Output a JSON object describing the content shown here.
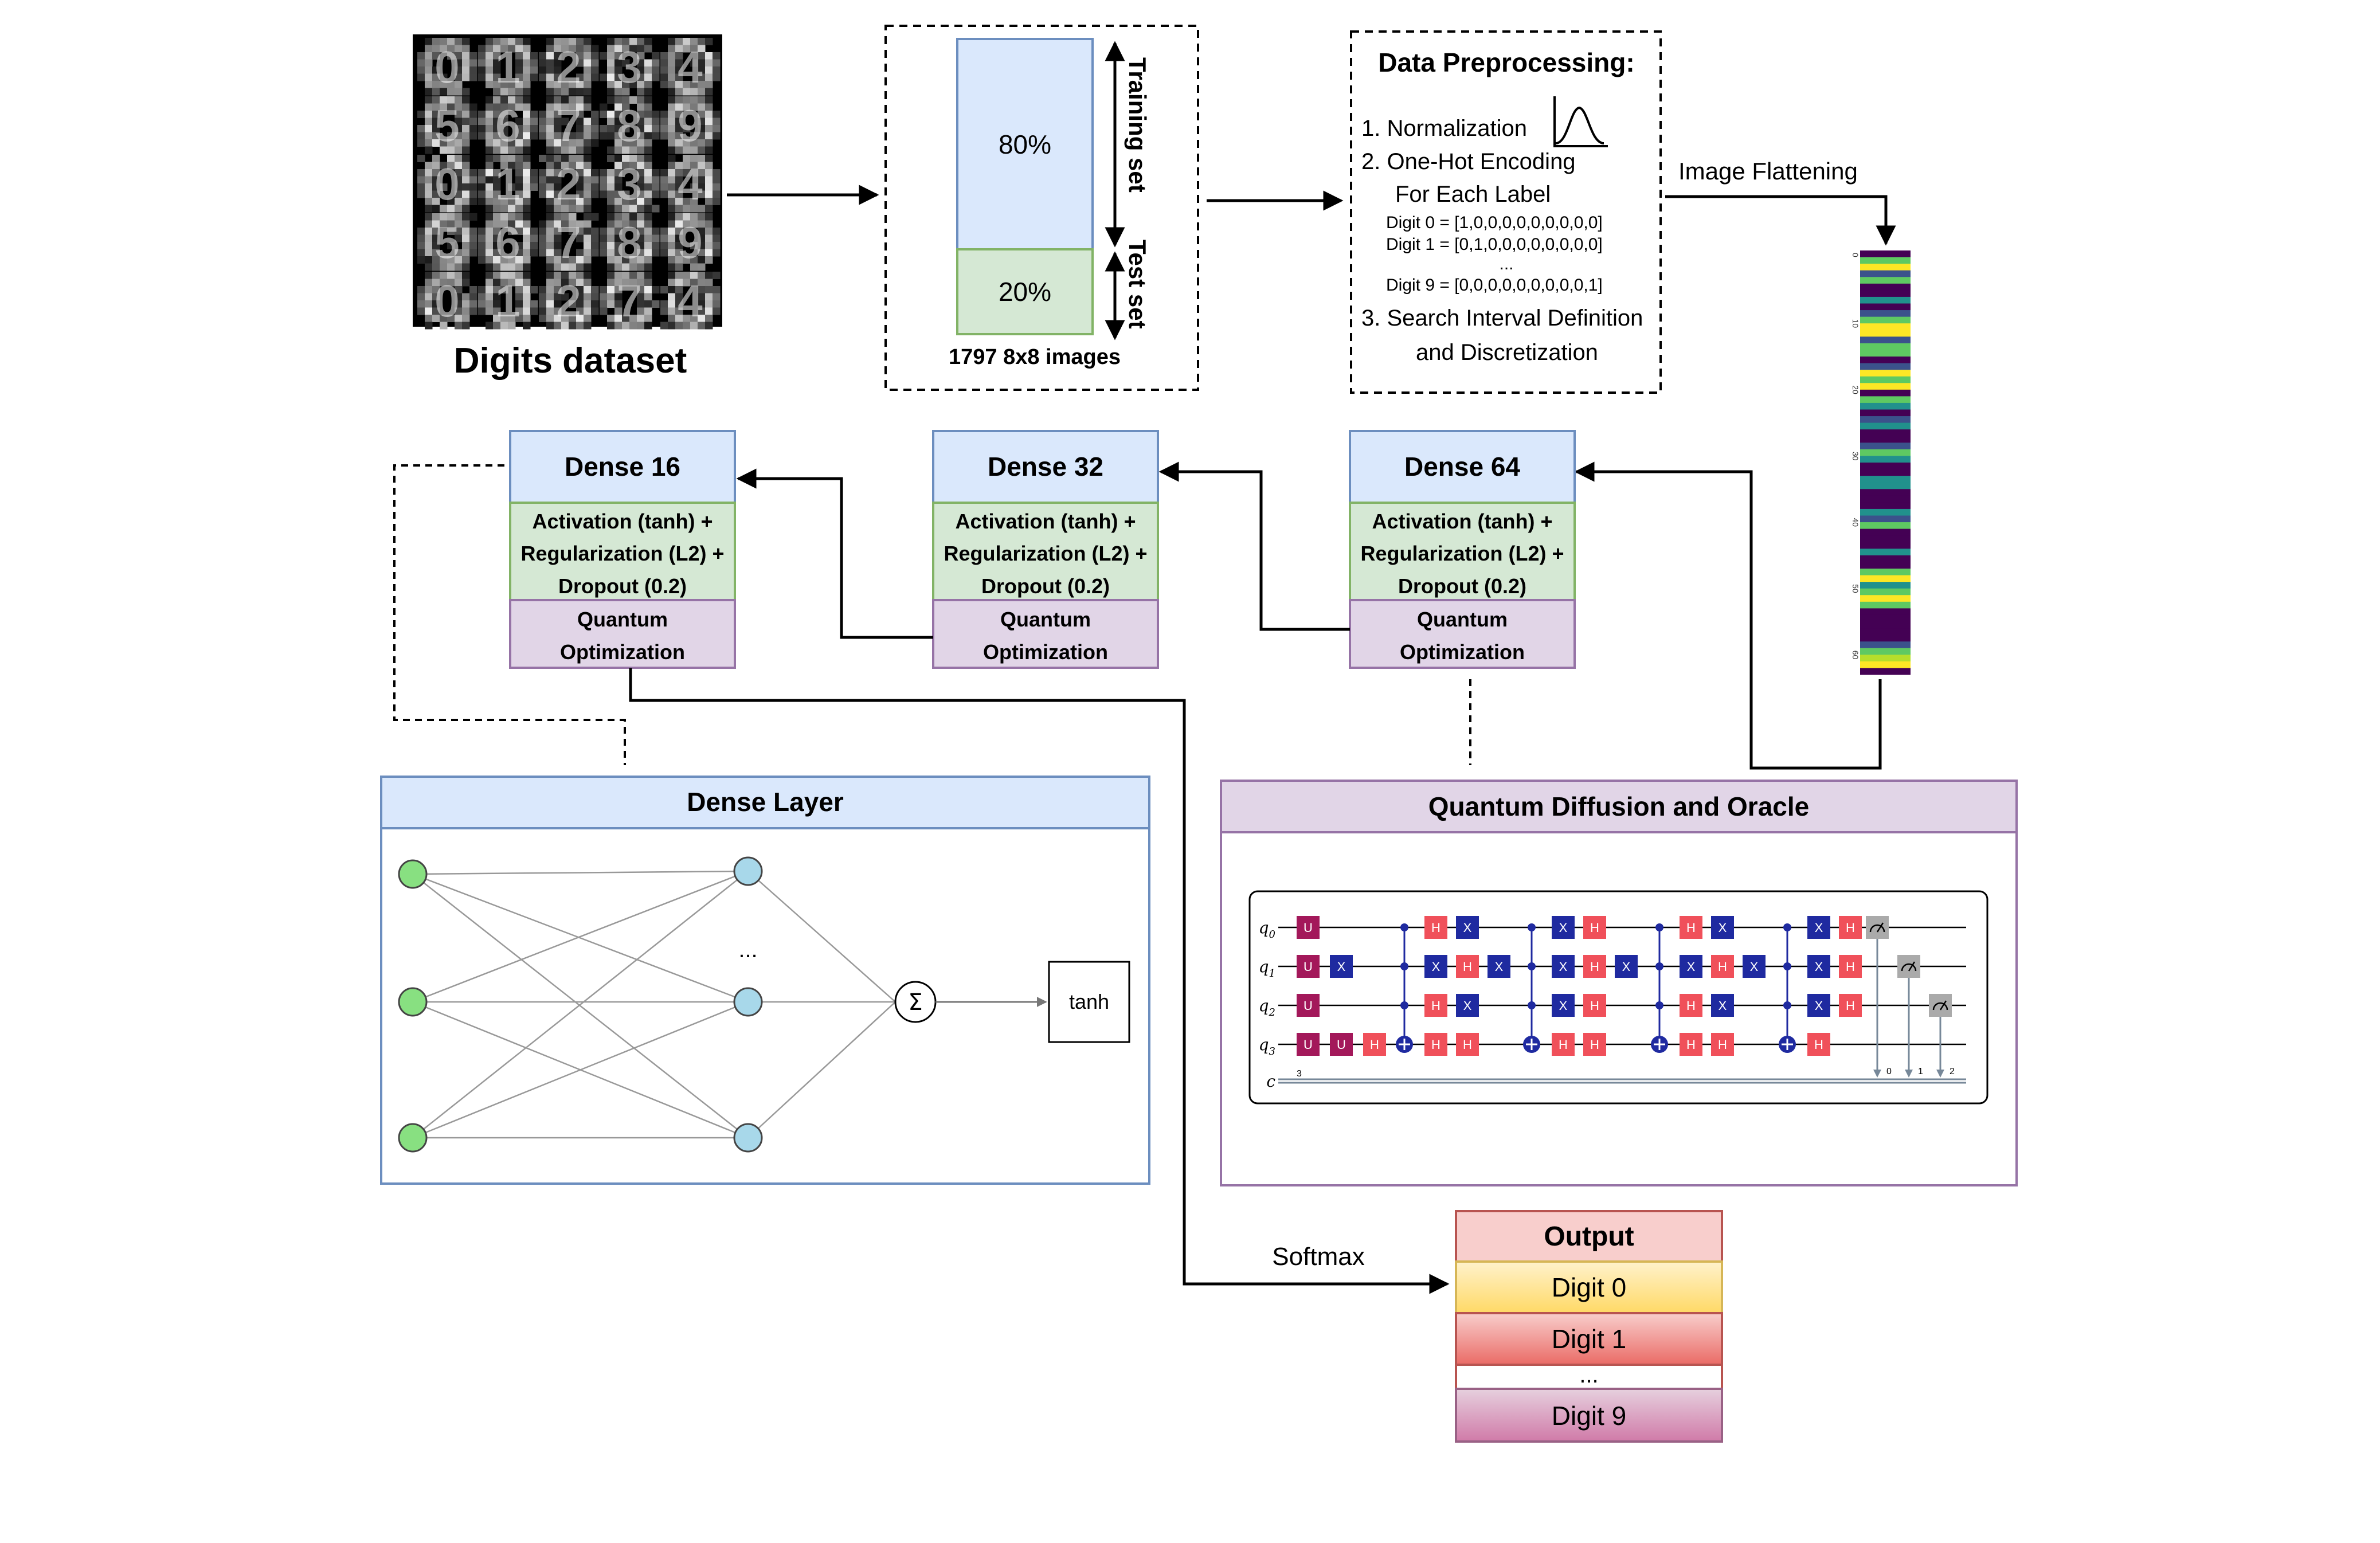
{
  "dataset": {
    "title": "Digits dataset",
    "digit_rows": [
      [
        "0",
        "1",
        "2",
        "3",
        "4"
      ],
      [
        "5",
        "6",
        "7",
        "8",
        "9"
      ],
      [
        "0",
        "1",
        "2",
        "3",
        "4"
      ],
      [
        "5",
        "6",
        "7",
        "8",
        "9"
      ],
      [
        "0",
        "1",
        "2",
        "7",
        "4"
      ]
    ]
  },
  "split": {
    "train_pct": "80%",
    "test_pct": "20%",
    "train_label": "Training set",
    "test_label": "Test set",
    "caption": "1797 8x8 images"
  },
  "preprocessing": {
    "title": "Data Preprocessing:",
    "step1": "1. Normalization",
    "step2": "2. One-Hot Encoding",
    "step2b": "For Each Label",
    "enc0": "Digit 0 = [1,0,0,0,0,0,0,0,0,0]",
    "enc1": "Digit 1 = [0,1,0,0,0,0,0,0,0,0]",
    "enc_dots": "...",
    "enc9": "Digit 9 = [0,0,0,0,0,0,0,0,0,1]",
    "step3": "3. Search Interval Definition",
    "step3b": "and Discretization"
  },
  "flatten": {
    "label": "Image Flattening",
    "ticks": [
      "0",
      "10",
      "20",
      "30",
      "40",
      "50",
      "60"
    ]
  },
  "layers": [
    {
      "name": "Dense 64",
      "ops": [
        "Activation (tanh) +",
        "Regularization (L2) +",
        "Dropout (0.2)"
      ],
      "quantum": [
        "Quantum",
        "Optimization"
      ]
    },
    {
      "name": "Dense 32",
      "ops": [
        "Activation (tanh) +",
        "Regularization (L2) +",
        "Dropout (0.2)"
      ],
      "quantum": [
        "Quantum",
        "Optimization"
      ]
    },
    {
      "name": "Dense 16",
      "ops": [
        "Activation (tanh) +",
        "Regularization (L2) +",
        "Dropout (0.2)"
      ],
      "quantum": [
        "Quantum",
        "Optimization"
      ]
    }
  ],
  "dense_layer": {
    "title": "Dense Layer",
    "dots": "...",
    "sum_symbol": "Σ",
    "activation": "tanh"
  },
  "quantum_panel": {
    "title": "Quantum Diffusion and Oracle",
    "qubits": [
      "q0",
      "q1",
      "q2",
      "q3"
    ],
    "classical": "c",
    "classical_count": "3",
    "measure_bits": [
      "0",
      "1",
      "2"
    ]
  },
  "output": {
    "softmax": "Softmax",
    "title": "Output",
    "items": [
      "Digit 0",
      "Digit 1",
      "...",
      "Digit 9"
    ]
  },
  "colors": {
    "blue_fill": "#dae8fc",
    "blue_stroke": "#6c8ebf",
    "green_fill": "#d5e8d4",
    "green_stroke": "#82b366",
    "purple_fill": "#e1d5e7",
    "purple_stroke": "#9673a6",
    "red_fill": "#f8cecc",
    "red_stroke": "#b85450",
    "gate_h": "#f0505a",
    "gate_x": "#1f2aa0",
    "gate_u": "#a3185a"
  }
}
